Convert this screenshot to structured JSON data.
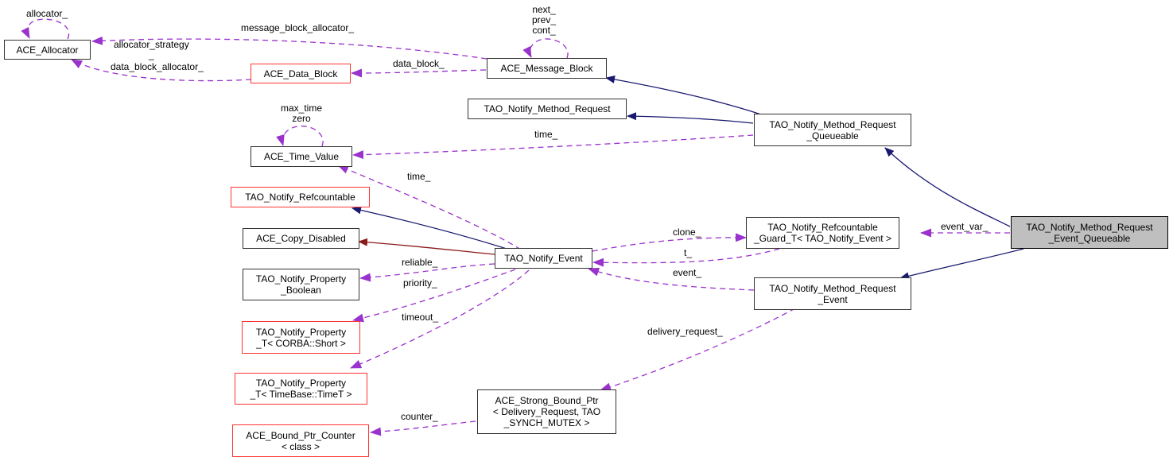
{
  "title": "TAO_Notify_Method_Request_Event_Queueable collaboration graph",
  "colors": {
    "inheritance": "#191970",
    "private_inheritance": "#8b1a1a",
    "usage": "#9a32cd",
    "incomplete_border": "#ff3333",
    "focus_fill": "#bfbfbf"
  },
  "nodes": {
    "ace_allocator": "ACE_Allocator",
    "ace_data_block": "ACE_Data_Block",
    "ace_message_block": "ACE_Message_Block",
    "tao_notify_method_request": "TAO_Notify_Method_Request",
    "tao_notify_method_request_queueable": "TAO_Notify_Method_Request\n_Queueable",
    "ace_time_value": "ACE_Time_Value",
    "tao_notify_refcountable": "TAO_Notify_Refcountable",
    "ace_copy_disabled": "ACE_Copy_Disabled",
    "tao_notify_event": "TAO_Notify_Event",
    "tao_notify_property_boolean": "TAO_Notify_Property\n_Boolean",
    "tao_notify_property_short": "TAO_Notify_Property\n_T< CORBA::Short >",
    "tao_notify_property_timet": "TAO_Notify_Property\n_T< TimeBase::TimeT >",
    "ace_bound_ptr_counter": "ACE_Bound_Ptr_Counter\n< class >",
    "ace_strong_bound_ptr": "ACE_Strong_Bound_Ptr\n< Delivery_Request, TAO\n_SYNCH_MUTEX >",
    "tao_notify_refcountable_guard": "TAO_Notify_Refcountable\n_Guard_T< TAO_Notify_Event >",
    "tao_notify_method_request_event": "TAO_Notify_Method_Request\n_Event",
    "tao_notify_method_request_event_queueable": "TAO_Notify_Method_Request\n_Event_Queueable"
  },
  "edge_labels": {
    "allocator_self": "allocator_",
    "message_block_allocator": "message_block_allocator_",
    "allocator_strategy": "allocator_strategy\n_",
    "data_block_allocator": "data_block_allocator_",
    "data_block": "data_block_",
    "message_block_self": "next_\nprev_\ncont_",
    "time_value_self": "max_time\nzero",
    "time_queueable": "time_",
    "time_event": "time_",
    "clone": "clone_",
    "t": "t_",
    "event": "event_",
    "event_var": "event_var_",
    "reliable": "reliable_",
    "priority": "priority_",
    "timeout": "timeout_",
    "delivery_request": "delivery_request_",
    "counter": "counter_"
  }
}
